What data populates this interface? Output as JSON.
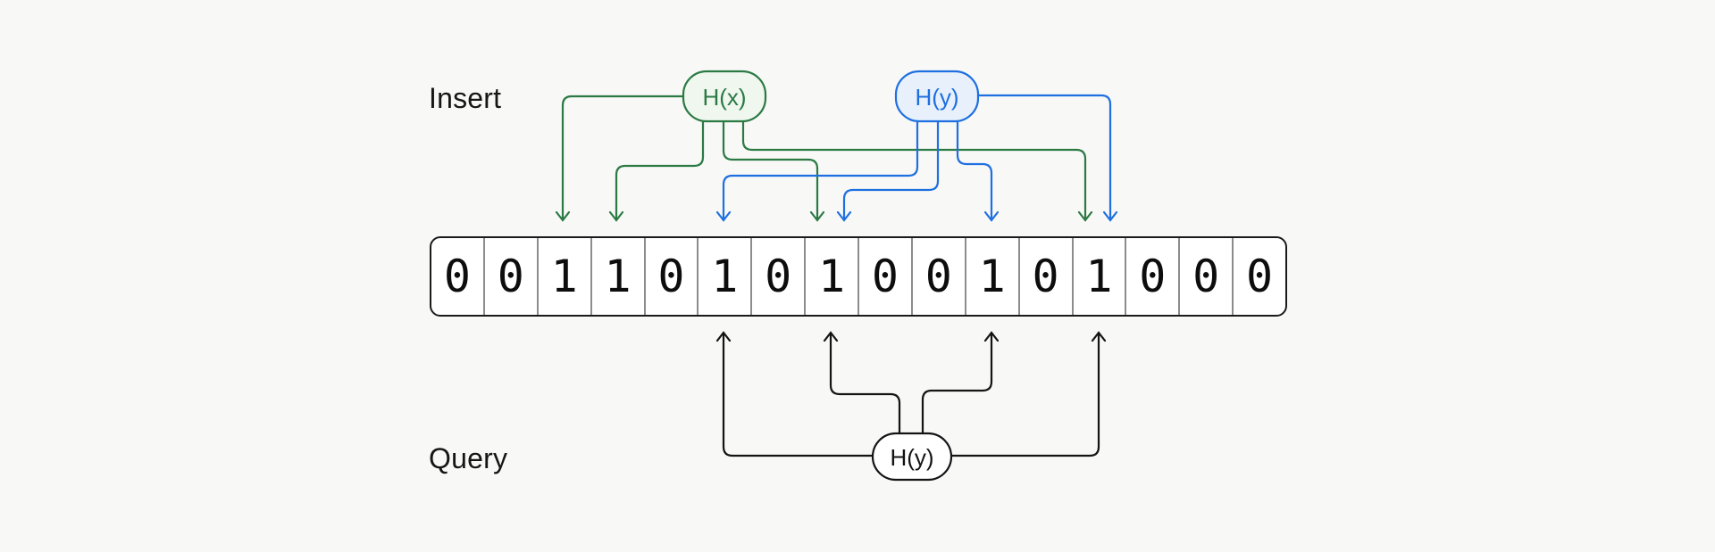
{
  "background": "#f8f8f7",
  "labels": {
    "insert": "Insert",
    "query": "Query"
  },
  "hash_nodes": {
    "insert_x": {
      "label": "H(x)",
      "color": "#2b7a43",
      "fill": "#eff7ef",
      "target_cells": [
        2,
        3,
        7,
        12
      ]
    },
    "insert_y": {
      "label": "H(y)",
      "color": "#1e6fe0",
      "fill": "#e8f1fb",
      "target_cells": [
        5,
        7,
        10,
        12
      ]
    },
    "query_y": {
      "label": "H(y)",
      "color": "#141414",
      "fill": "#ffffff",
      "target_cells": [
        5,
        7,
        10,
        12
      ]
    }
  },
  "bit_array": {
    "cells": [
      "0",
      "0",
      "1",
      "1",
      "0",
      "1",
      "0",
      "1",
      "0",
      "0",
      "1",
      "0",
      "1",
      "0",
      "0",
      "0"
    ]
  }
}
